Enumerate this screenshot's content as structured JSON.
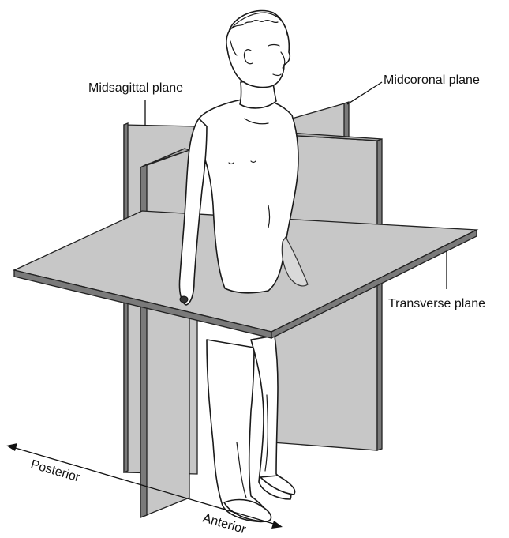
{
  "labels": {
    "midsagittal": "Midsagittal plane",
    "midcoronal": "Midcoronal plane",
    "transverse": "Transverse plane",
    "posterior": "Posterior",
    "anterior": "Anterior"
  }
}
